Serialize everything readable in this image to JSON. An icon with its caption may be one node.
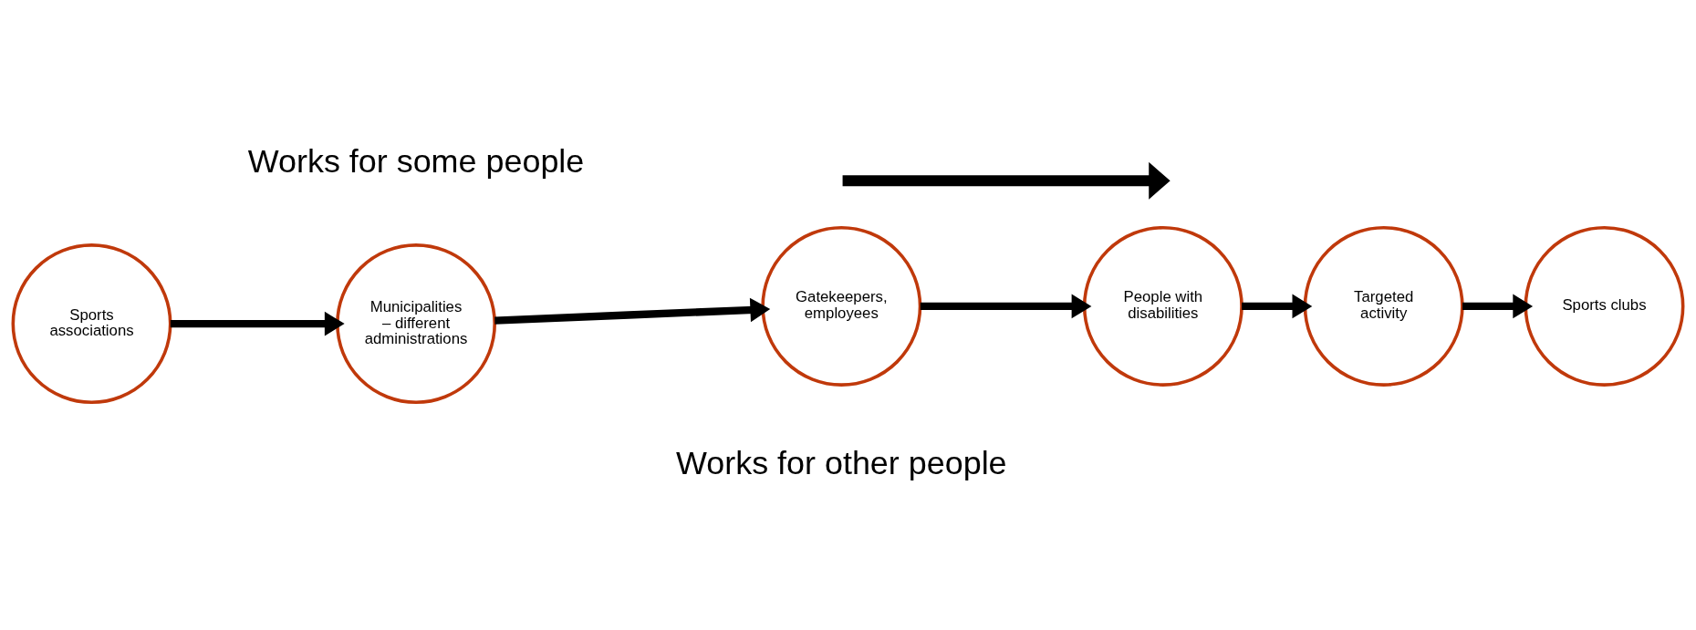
{
  "diagram": {
    "nodes": [
      {
        "text": [
          "Sports associations"
        ]
      },
      {
        "text": [
          "Municipalities – different administrations"
        ]
      },
      {
        "text": [
          "Gatekeepers, employees"
        ]
      },
      {
        "text": [
          "People with disabilities"
        ]
      },
      {
        "text": [
          "Targeted activity"
        ]
      },
      {
        "text": [
          "Sports clubs"
        ]
      }
    ],
    "edges": [
      {
        "from": 0,
        "to": 1,
        "arrow": "to"
      },
      {
        "from": 1,
        "to": 2,
        "arrow": "to"
      },
      {
        "from": 2,
        "to": 3,
        "arrow": "to"
      },
      {
        "from": 3,
        "to": 4,
        "arrow": "to"
      },
      {
        "from": 4,
        "to": 5,
        "arrow": "to"
      }
    ],
    "labels": [
      "Works for some people",
      "Works for other people"
    ]
  }
}
